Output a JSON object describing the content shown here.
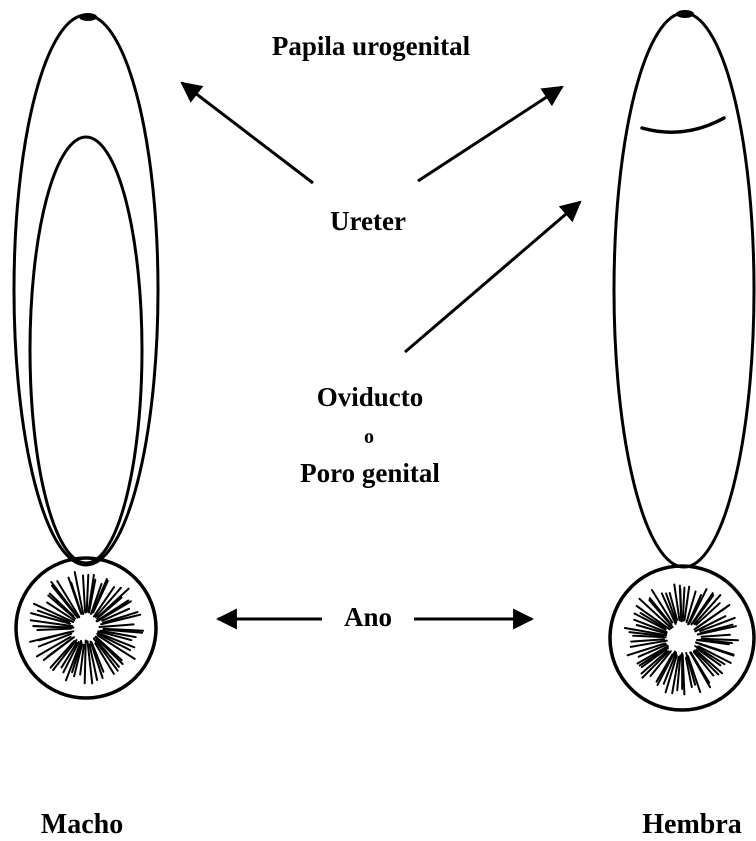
{
  "labels": {
    "papila_urogenital": "Papila urogenital",
    "ureter": "Ureter",
    "oviducto": "Oviducto",
    "o": "o",
    "poro_genital": "Poro genital",
    "ano": "Ano",
    "macho": "Macho",
    "hembra": "Hembra"
  },
  "colors": {
    "ink": "#000000",
    "background": "#ffffff"
  }
}
